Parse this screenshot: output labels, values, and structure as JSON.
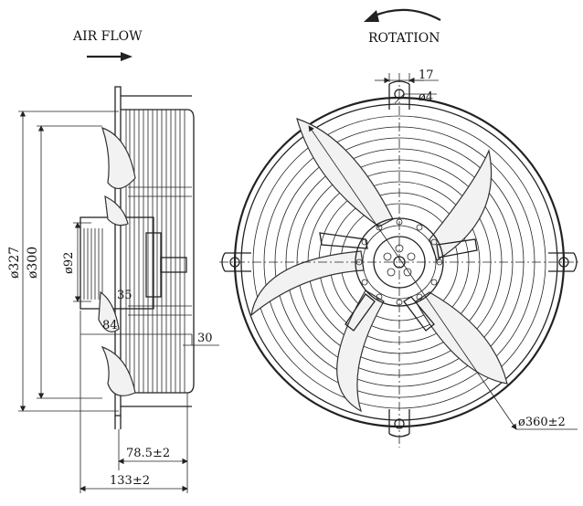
{
  "labels": {
    "air_flow": "AIR FLOW",
    "rotation": "ROTATION"
  },
  "dimensions": {
    "outer_diameter": "ø327",
    "inner_diameter": "ø300",
    "hub_diameter": "ø92",
    "dim_35": "35",
    "dim_84": "84",
    "dim_30": "30",
    "depth_inner": "78.5±2",
    "depth_total": "133±2",
    "slot_width": "17",
    "hole_diameter": "ø4",
    "guard_diameter": "ø360±2"
  }
}
